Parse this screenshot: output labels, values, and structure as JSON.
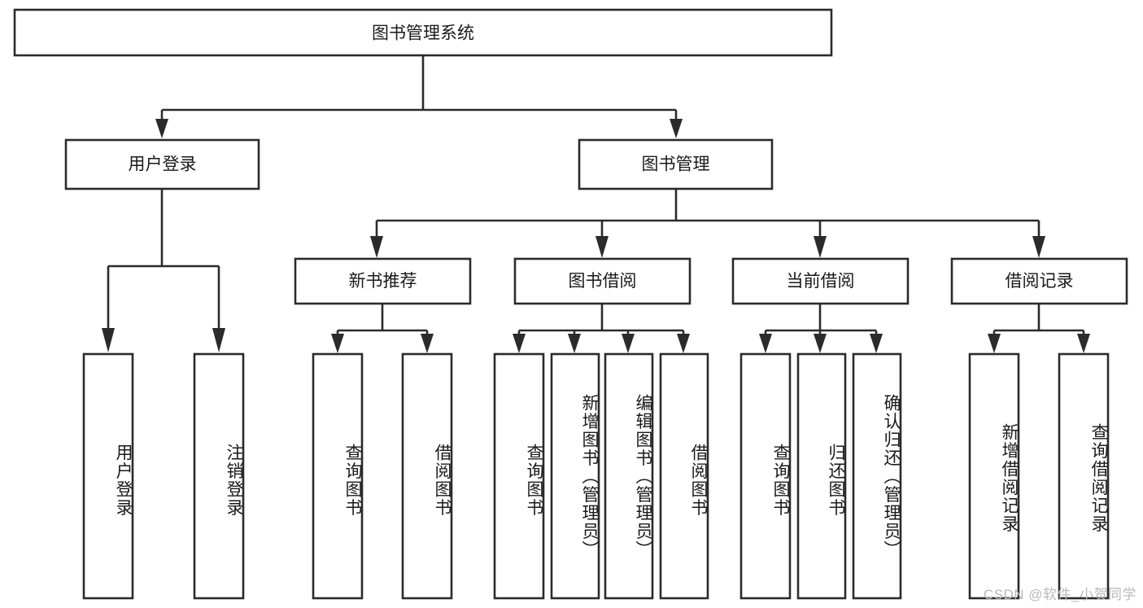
{
  "diagram": {
    "title": "图书管理系统",
    "type": "hierarchy-tree",
    "watermark": "CSDN @软件_小贺同学",
    "colors": {
      "stroke": "#2b2b2b",
      "box_fill": "#ffffff",
      "text": "#1a1a1a",
      "background": "#ffffff",
      "watermark": "#b9b9b9"
    },
    "root": {
      "label": "图书管理系统"
    },
    "level1": [
      {
        "id": "user-login",
        "label": "用户登录"
      },
      {
        "id": "book-management",
        "label": "图书管理"
      }
    ],
    "level2": [
      {
        "id": "new-book-recommend",
        "label": "新书推荐",
        "parent": "book-management"
      },
      {
        "id": "book-borrow",
        "label": "图书借阅",
        "parent": "book-management"
      },
      {
        "id": "current-borrow",
        "label": "当前借阅",
        "parent": "book-management"
      },
      {
        "id": "borrow-record",
        "label": "借阅记录",
        "parent": "book-management"
      }
    ],
    "leaves": [
      {
        "id": "leaf-user-login",
        "label": "用户登录",
        "parent": "user-login"
      },
      {
        "id": "leaf-logout",
        "label": "注销登录",
        "parent": "user-login"
      },
      {
        "id": "leaf-query-book-1",
        "label": "查询图书",
        "parent": "new-book-recommend"
      },
      {
        "id": "leaf-borrow-book-1",
        "label": "借阅图书",
        "parent": "new-book-recommend"
      },
      {
        "id": "leaf-query-book-2",
        "label": "查询图书",
        "parent": "book-borrow"
      },
      {
        "id": "leaf-add-book",
        "label": "新增图书（管理员）",
        "parent": "book-borrow"
      },
      {
        "id": "leaf-edit-book",
        "label": "编辑图书（管理员）",
        "parent": "book-borrow"
      },
      {
        "id": "leaf-borrow-book-2",
        "label": "借阅图书",
        "parent": "book-borrow"
      },
      {
        "id": "leaf-query-book-3",
        "label": "查询图书",
        "parent": "current-borrow"
      },
      {
        "id": "leaf-return-book",
        "label": "归还图书",
        "parent": "current-borrow"
      },
      {
        "id": "leaf-confirm-return",
        "label": "确认归还（管理员）",
        "parent": "current-borrow"
      },
      {
        "id": "leaf-add-record",
        "label": "新增借阅记录",
        "parent": "borrow-record"
      },
      {
        "id": "leaf-query-record",
        "label": "查询借阅记录",
        "parent": "borrow-record"
      }
    ]
  }
}
